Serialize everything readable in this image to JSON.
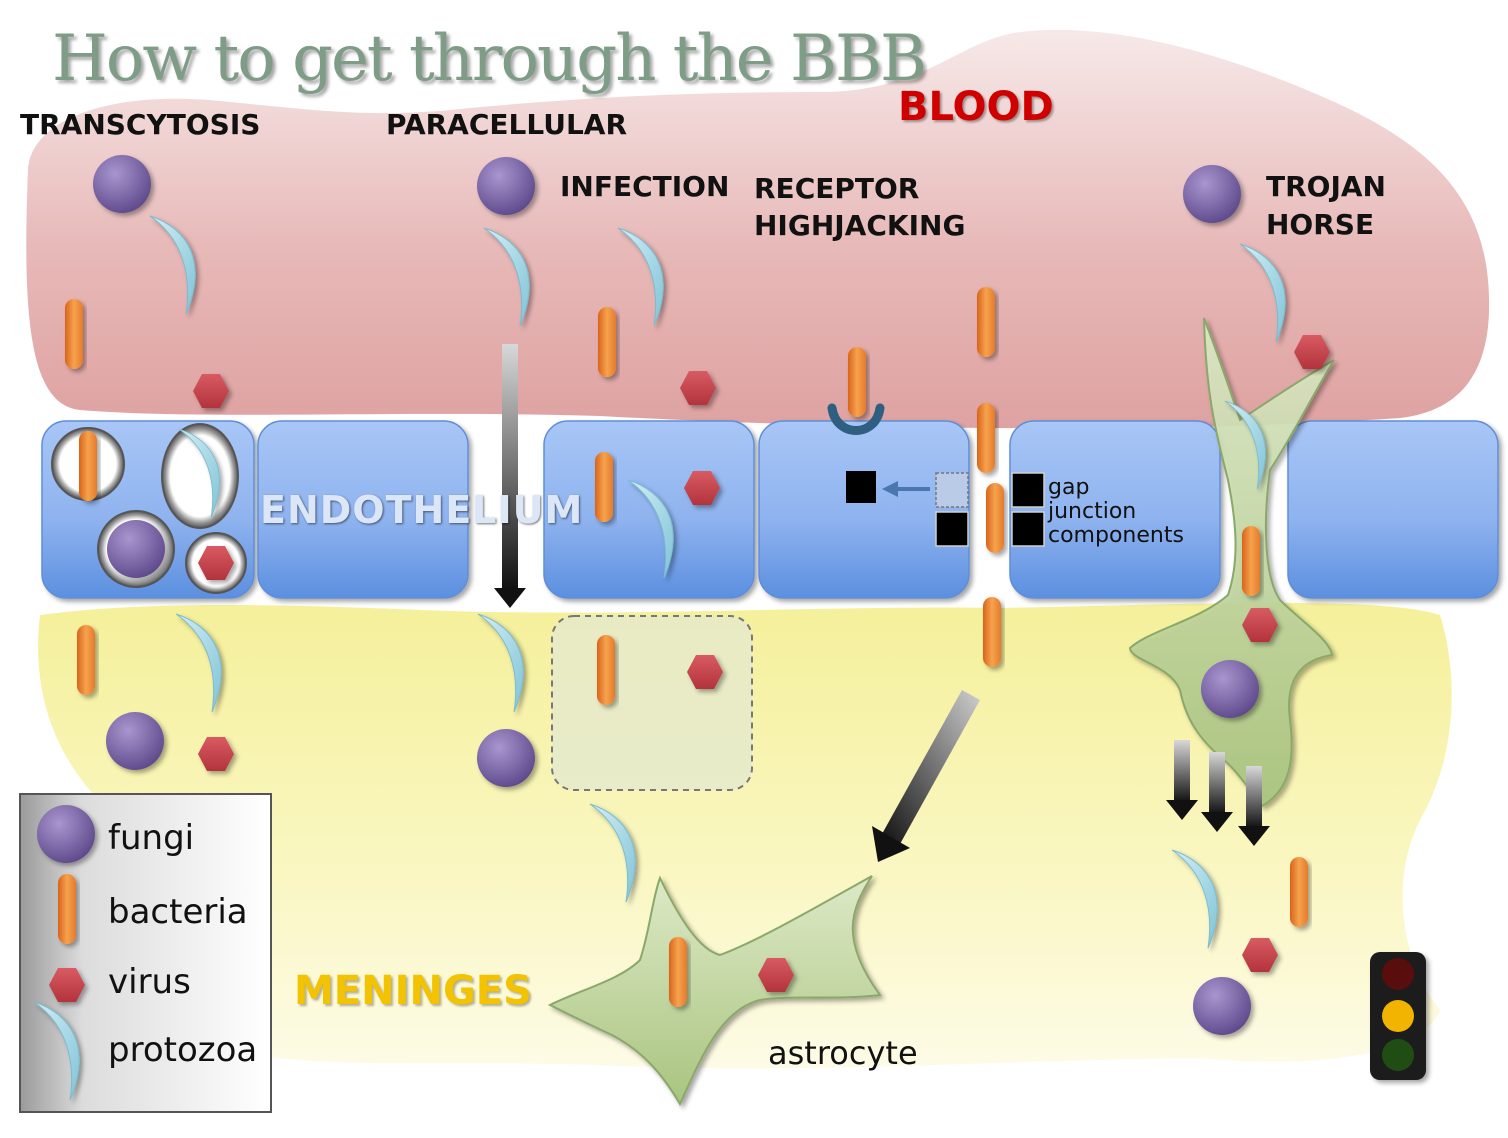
{
  "title": "How to get through the BBB",
  "regions": {
    "blood": "BLOOD",
    "endothelium": "ENDOTHELIUM",
    "meninges": "MENINGES"
  },
  "mechanisms": {
    "transcytosis": "TRANSCYTOSIS",
    "paracellular": "PARACELLULAR",
    "infection": "INFECTION",
    "receptor_line1": "RECEPTOR",
    "receptor_line2": "HIGHJACKING",
    "trojan_line1": "TROJAN",
    "trojan_line2": "HORSE"
  },
  "annotations": {
    "gap_line1": "gap",
    "gap_line2": "junction",
    "gap_line3": "components",
    "astrocyte": "astrocyte"
  },
  "legend": {
    "fungi": "fungi",
    "bacteria": "bacteria",
    "virus": "virus",
    "protozoa": "protozoa"
  },
  "colors": {
    "blood_region": "#e3aaa9",
    "meninges_region": "#f7f3a6",
    "endothelial_cell": "#8fb6f2",
    "fungi": "#6f5a9e",
    "bacteria": "#f08a3a",
    "virus": "#c9424c",
    "protozoa": "#9fd6e4",
    "astrocyte": "#c2d6a0",
    "title": "#7f9d86"
  },
  "icons": [
    "traffic-light-icon",
    "arrow-down-icon",
    "receptor-icon",
    "vesicle-icon"
  ]
}
